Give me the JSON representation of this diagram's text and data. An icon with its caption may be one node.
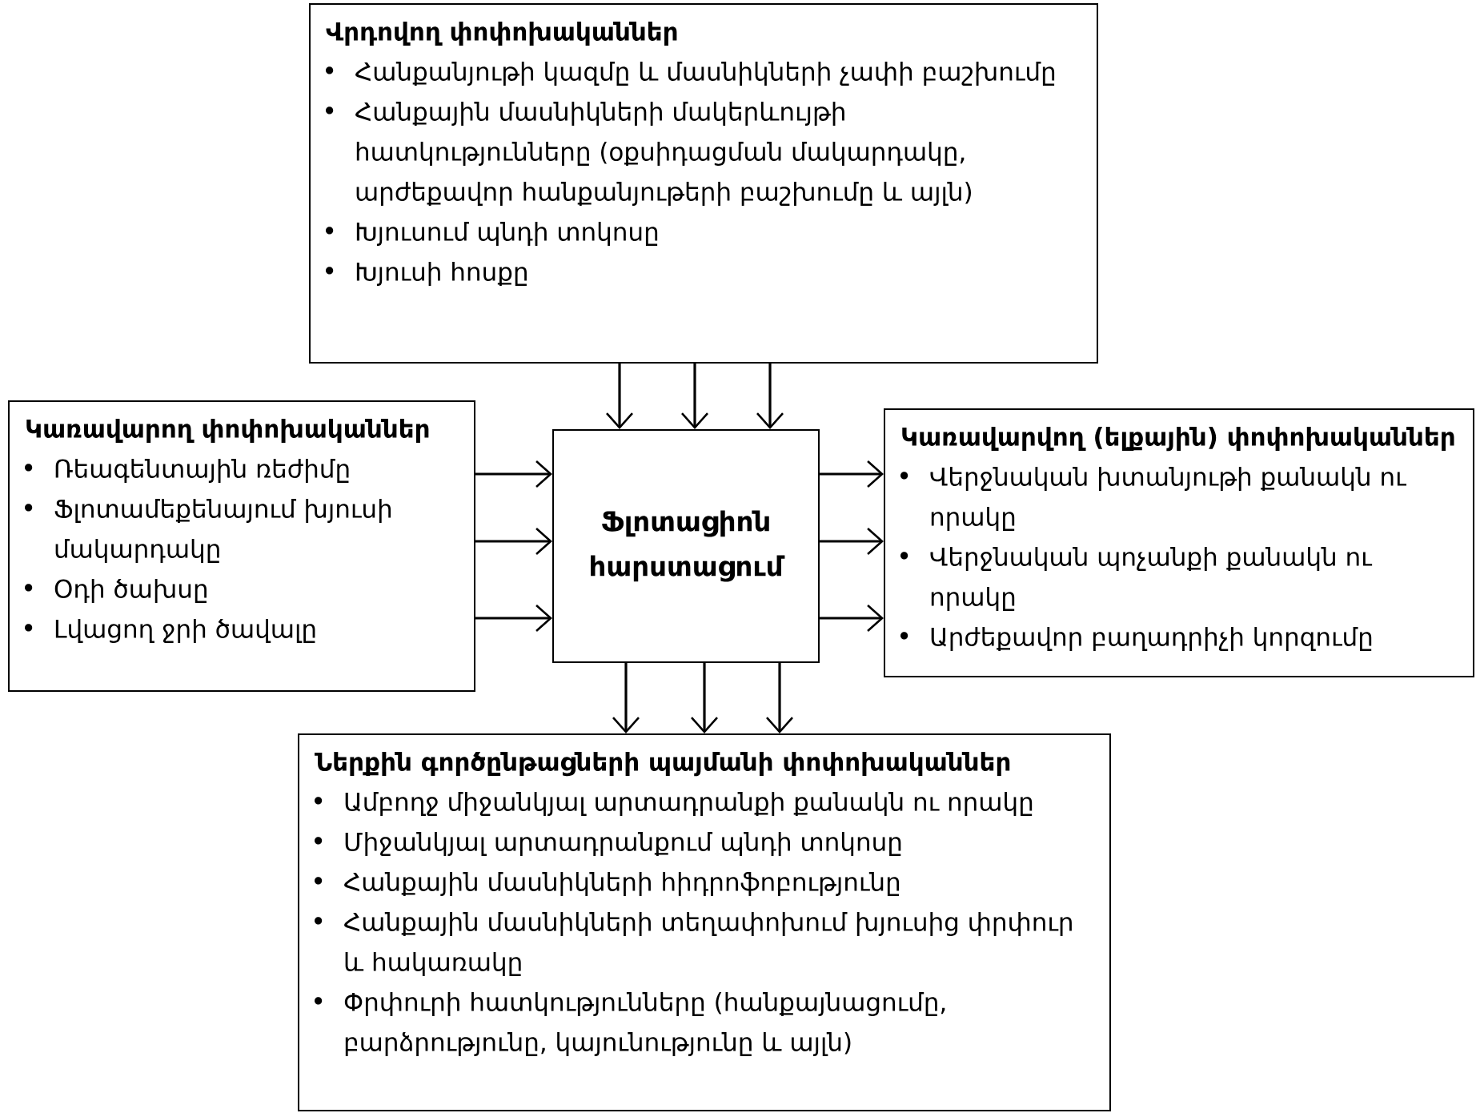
{
  "diagram": {
    "nodes": [
      {
        "text": [
          "Վրդովող փոփոխականներ",
          "Հանքանյութի կազմը և մասնիկների չափի բաշխումը",
          "Հանքային մասնիկների մակերևույթի հատկությունները (օքսիդացման մակարդակը, արժեքավոր հանքանյութերի բաշխումը և այլն)",
          "Խյուսում պնդի տոկոսը",
          "Խյուսի հոսքը"
        ]
      },
      {
        "text": [
          "Կառավարող փոփոխականներ",
          "Ռեագենտային ռեժիմը",
          "Ֆլոտամեքենայում խյուսի մակարդակը",
          "Օդի ծախսը",
          "Լվացող ջրի ծավալը"
        ]
      },
      {
        "text": [
          "Ֆլոտացիոն հարստացում"
        ]
      },
      {
        "text": [
          "Կառավարվող (ելքային) փոփոխականներ",
          "Վերջնական խտանյութի քանակն ու որակը",
          "Վերջնական պոչանքի քանակն ու որակը",
          "Արժեքավոր բաղադրիչի կորզումը"
        ]
      },
      {
        "text": [
          "Ներքին գործընթացների պայմանի փոփոխականներ",
          "Ամբողջ միջանկյալ արտադրանքի քանակն ու որակը",
          "Միջանկյալ արտադրանքում պնդի տոկոսը",
          "Հանքային մասնիկների հիդրոֆոբությունը",
          "Հանքային մասնիկների տեղափոխում խյուսից փրփուր և հակառակը",
          "Փրփուրի հատկությունները (հանքայնացումը, բարձրությունը, կայունությունը և այլն)"
        ]
      }
    ],
    "edges": [
      {
        "from": 0,
        "to": 2,
        "arrow": "to"
      },
      {
        "from": 0,
        "to": 2,
        "arrow": "to"
      },
      {
        "from": 0,
        "to": 2,
        "arrow": "to"
      },
      {
        "from": 1,
        "to": 2,
        "arrow": "to"
      },
      {
        "from": 1,
        "to": 2,
        "arrow": "to"
      },
      {
        "from": 1,
        "to": 2,
        "arrow": "to"
      },
      {
        "from": 2,
        "to": 3,
        "arrow": "to"
      },
      {
        "from": 2,
        "to": 3,
        "arrow": "to"
      },
      {
        "from": 2,
        "to": 3,
        "arrow": "to"
      },
      {
        "from": 2,
        "to": 4,
        "arrow": "to"
      },
      {
        "from": 2,
        "to": 4,
        "arrow": "to"
      },
      {
        "from": 2,
        "to": 4,
        "arrow": "to"
      }
    ]
  }
}
